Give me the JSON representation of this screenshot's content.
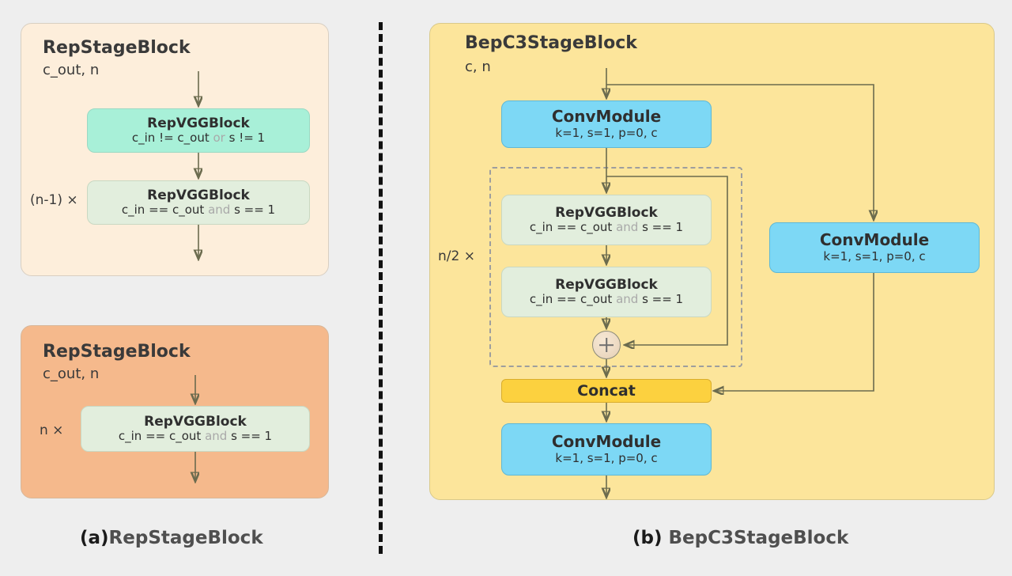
{
  "figure": {
    "background": "#eeeeee",
    "divider": {
      "style": "vertical-dashed",
      "color": "#111111"
    }
  },
  "panel_a": {
    "caption_lead": "(a)",
    "caption_rest": "RepStageBlock",
    "blocks": [
      {
        "id": "rep-stage-block-light",
        "title": "RepStageBlock",
        "subtitle": "c_out, n",
        "fill": "#fdeedb",
        "nodes": [
          {
            "id": "repvggblock-mint",
            "line1": "RepVGGBlock",
            "line2_a": "c_in != c_out ",
            "line2_dim": "or",
            "line2_b": " s != 1",
            "fill": "#a8f0d8"
          },
          {
            "id": "repvggblock-green",
            "line1": "RepVGGBlock",
            "line2_a": "c_in == c_out ",
            "line2_dim": "and",
            "line2_b": " s == 1",
            "fill": "#e2eedd",
            "multiplier": "(n-1) ×"
          }
        ]
      },
      {
        "id": "rep-stage-block-dark",
        "title": "RepStageBlock",
        "subtitle": "c_out, n",
        "fill": "#f5b98c",
        "nodes": [
          {
            "id": "repvggblock-green",
            "line1": "RepVGGBlock",
            "line2_a": "c_in == c_out ",
            "line2_dim": "and",
            "line2_b": " s == 1",
            "fill": "#e2eedd",
            "multiplier": "n ×"
          }
        ]
      }
    ]
  },
  "panel_b": {
    "caption_lead": "(b)",
    "caption_rest": " BepC3StageBlock",
    "block": {
      "id": "bepc3stageblock",
      "title": "BepC3StageBlock",
      "subtitle": "c, n",
      "fill": "#fce59b",
      "nodes": {
        "conv_top": {
          "line1": "ConvModule",
          "line2": "k=1, s=1, p=0, c",
          "fill": "#7dd8f5"
        },
        "conv_right": {
          "line1": "ConvModule",
          "line2": "k=1, s=1, p=0, c",
          "fill": "#7dd8f5"
        },
        "conv_bottom": {
          "line1": "ConvModule",
          "line2": "k=1, s=1, p=0, c",
          "fill": "#7dd8f5"
        },
        "rep1": {
          "line1": "RepVGGBlock",
          "line2_a": "c_in == c_out ",
          "line2_dim": "and",
          "line2_b": " s == 1",
          "fill": "#e2eedd"
        },
        "rep2": {
          "line1": "RepVGGBlock",
          "line2_a": "c_in == c_out ",
          "line2_dim": "and",
          "line2_b": " s == 1",
          "fill": "#e2eedd"
        },
        "concat": {
          "label": "Concat",
          "fill": "#fcd13f"
        },
        "add": {
          "symbol": "+",
          "name": "residual-add"
        }
      },
      "repeat_group": {
        "multiplier": "n/2 ×",
        "border": "dashed"
      }
    }
  }
}
